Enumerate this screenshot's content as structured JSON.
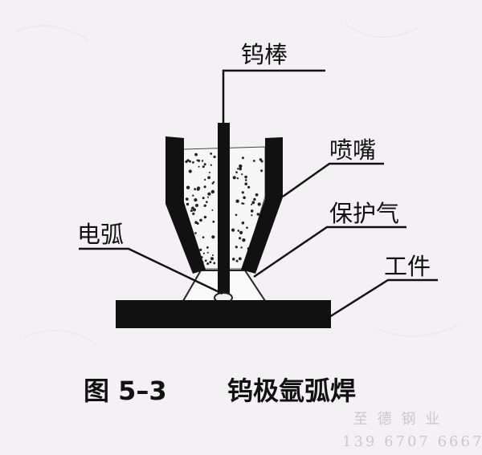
{
  "labels": {
    "tungsten_rod": "钨棒",
    "nozzle": "喷嘴",
    "shielding_gas": "保护气",
    "arc": "电弧",
    "workpiece": "工件"
  },
  "caption": {
    "figure_number": "图 5–3",
    "title": "钨极氩弧焊"
  },
  "watermark": {
    "company": "至 德 钢 业",
    "phone": "139 6707 6667"
  }
}
